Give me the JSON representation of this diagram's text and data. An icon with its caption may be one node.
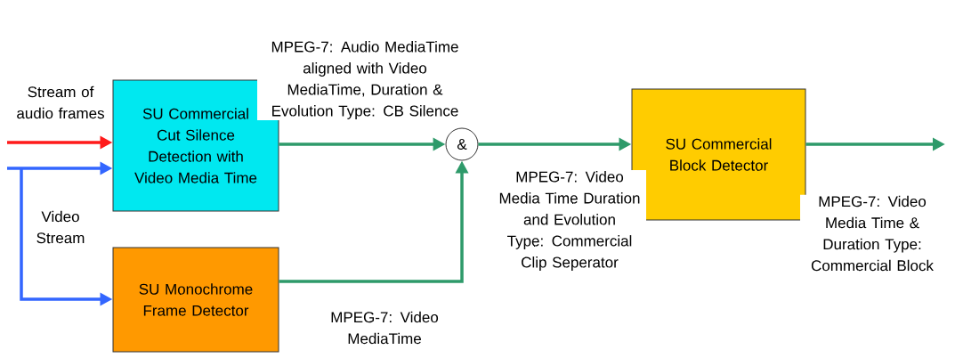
{
  "diagram": {
    "nodes": [
      {
        "text": [
          "SU Commercial Cut Silence Detection with Video Media Time"
        ]
      },
      {
        "text": [
          "SU Monochrome Frame Detector"
        ]
      },
      {
        "text": [
          "&"
        ]
      },
      {
        "text": [
          "SU Commercial Block Detector"
        ]
      }
    ],
    "edges": [
      {
        "from": null,
        "to": 0,
        "arrow": "to",
        "label": "Stream of audio frames",
        "color": "#ff1a1a"
      },
      {
        "from": null,
        "to": 0,
        "arrow": "to",
        "color": "#3366ff"
      },
      {
        "from": null,
        "to": 1,
        "arrow": "to",
        "label": "Video Stream",
        "color": "#3366ff"
      },
      {
        "from": 0,
        "to": 2,
        "arrow": "to",
        "label": "MPEG-7: Audio MediaTime aligned with Video MediaTime, Duration & Evolution Type: CB Silence",
        "color": "#2e9a6a"
      },
      {
        "from": 1,
        "to": 2,
        "arrow": "to",
        "label": "MPEG-7: Video MediaTime",
        "color": "#2e9a6a"
      },
      {
        "from": 2,
        "to": 3,
        "arrow": "to",
        "label": "MPEG-7: Video Media Time Duration and Evolution Type: Commercial Clip Seperator",
        "color": "#2e9a6a"
      },
      {
        "from": 3,
        "to": null,
        "arrow": "to",
        "label": "MPEG-7: Video Media Time & Duration Type: Commercial Block",
        "color": "#2e9a6a"
      }
    ]
  }
}
